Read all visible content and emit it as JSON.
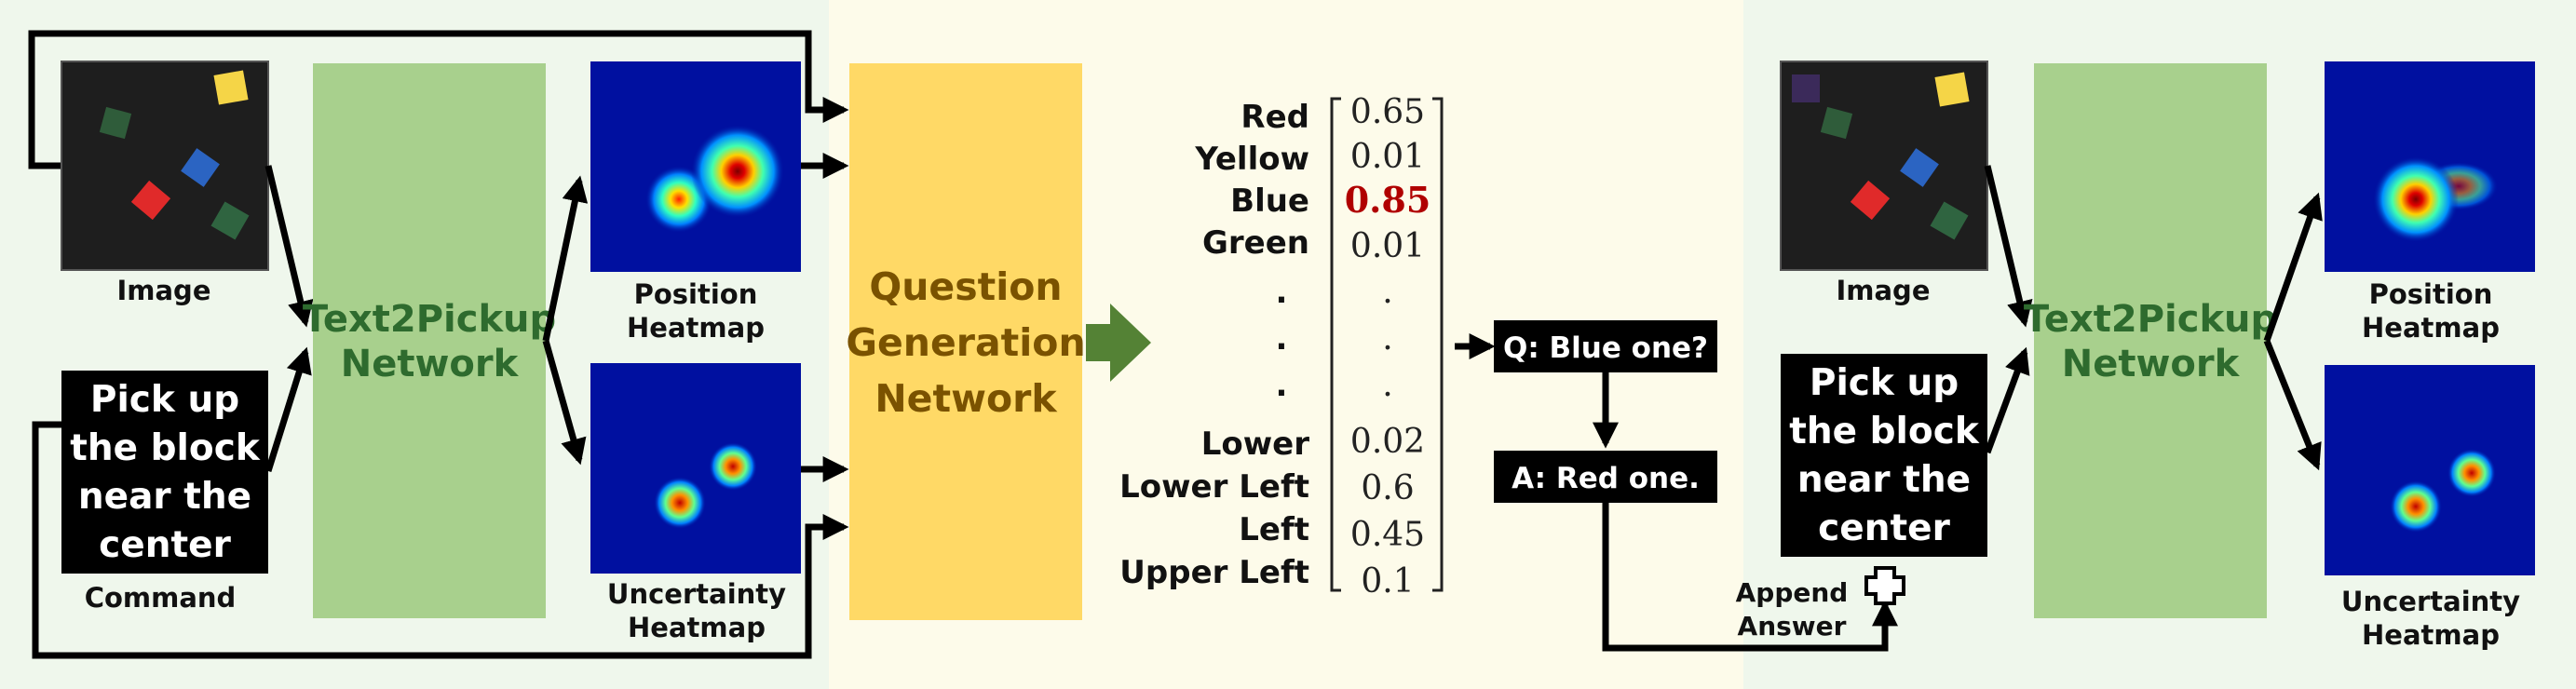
{
  "left_panel": {
    "image_label": "Image",
    "command_lines": [
      "Pick up",
      "the block",
      "near the",
      "center"
    ],
    "command_label": "Command",
    "network_lines": [
      "Text2Pickup",
      "Network"
    ],
    "position_label_lines": [
      "Position",
      "Heatmap"
    ],
    "uncertainty_label_lines": [
      "Uncertainty",
      "Heatmap"
    ]
  },
  "middle_panel": {
    "qgen_lines": [
      "Question",
      "Generation",
      "Network"
    ],
    "labels": [
      "Red",
      "Yellow",
      "Blue",
      "Green",
      ".",
      ".",
      ".",
      "Lower",
      "Lower Left",
      "Left",
      "Upper Left"
    ],
    "values": [
      "0.65",
      "0.01",
      "0.85",
      "0.01",
      ".",
      ".",
      ".",
      "0.02",
      "0.6",
      "0.45",
      "0.1"
    ],
    "highlight_value": "0.85",
    "question": "Q: Blue one?",
    "answer": "A: Red one.",
    "append_lines": [
      "Append",
      "Answer"
    ]
  },
  "right_panel": {
    "image_label": "Image",
    "command_lines": [
      "Pick up",
      "the block",
      "near the",
      "center"
    ],
    "network_lines": [
      "Text2Pickup",
      "Network"
    ],
    "position_label_lines": [
      "Position",
      "Heatmap"
    ],
    "uncertainty_label_lines": [
      "Uncertainty",
      "Heatmap"
    ]
  },
  "colors": {
    "green_bg": "#eff7ec",
    "yellow_bg": "#fdfbea",
    "network_green": "#a8d08d",
    "network_text": "#2e6b2e",
    "qgen_yellow": "#ffd966",
    "qgen_text": "#7a5200",
    "arrow_green": "#548235",
    "highlight": "#b00000"
  }
}
